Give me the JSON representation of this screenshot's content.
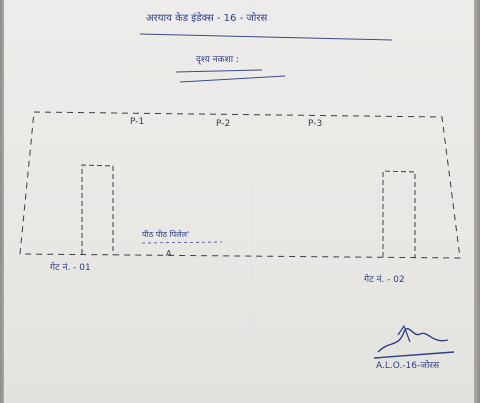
{
  "document": {
    "header_line": "अरयाय केड इंडेक्स - 16 - जोरस",
    "subtitle": "दृश्य नकशा :",
    "wall_labels": [
      "P-1",
      "P-2",
      "P-3"
    ],
    "room_label": "पीठ पीठ पिलेल'",
    "room_marker": "A",
    "gate_left": "गेट नं. - 01",
    "gate_right": "गेट नं. - 02",
    "signature_caption": "A.L.O.-16-जोरस"
  },
  "colors": {
    "ink": "#2f3d86",
    "pencil": "#3c3c46",
    "paper": "#eceae7"
  }
}
